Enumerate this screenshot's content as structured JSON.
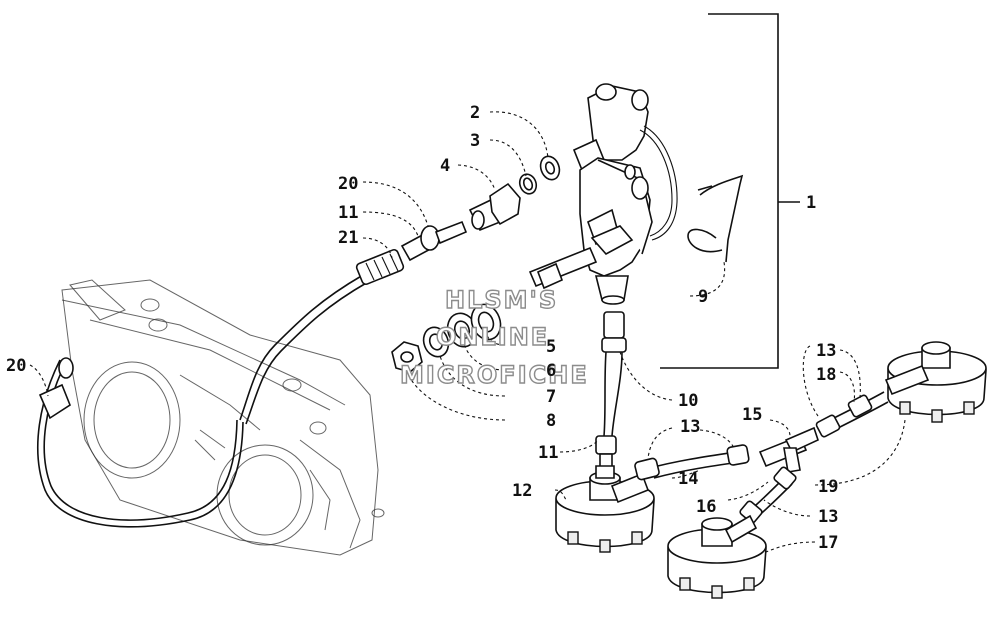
{
  "callouts": [
    {
      "id": "c1",
      "text": "1"
    },
    {
      "id": "c2",
      "text": "2"
    },
    {
      "id": "c3",
      "text": "3"
    },
    {
      "id": "c4",
      "text": "4"
    },
    {
      "id": "c5",
      "text": "5"
    },
    {
      "id": "c6",
      "text": "6"
    },
    {
      "id": "c7",
      "text": "7"
    },
    {
      "id": "c8",
      "text": "8"
    },
    {
      "id": "c9",
      "text": "9"
    },
    {
      "id": "c10",
      "text": "10"
    },
    {
      "id": "c11a",
      "text": "11"
    },
    {
      "id": "c11b",
      "text": "11"
    },
    {
      "id": "c12",
      "text": "12"
    },
    {
      "id": "c13a",
      "text": "13"
    },
    {
      "id": "c13b",
      "text": "13"
    },
    {
      "id": "c13c",
      "text": "13"
    },
    {
      "id": "c14",
      "text": "14"
    },
    {
      "id": "c15",
      "text": "15"
    },
    {
      "id": "c16",
      "text": "16"
    },
    {
      "id": "c17",
      "text": "17"
    },
    {
      "id": "c18",
      "text": "18"
    },
    {
      "id": "c19",
      "text": "19"
    },
    {
      "id": "c20a",
      "text": "20"
    },
    {
      "id": "c20b",
      "text": "20"
    },
    {
      "id": "c21",
      "text": "21"
    }
  ],
  "watermark": {
    "line1": "HLSM'S",
    "line2": "ONLINE",
    "line3": "MICROFICHE"
  }
}
